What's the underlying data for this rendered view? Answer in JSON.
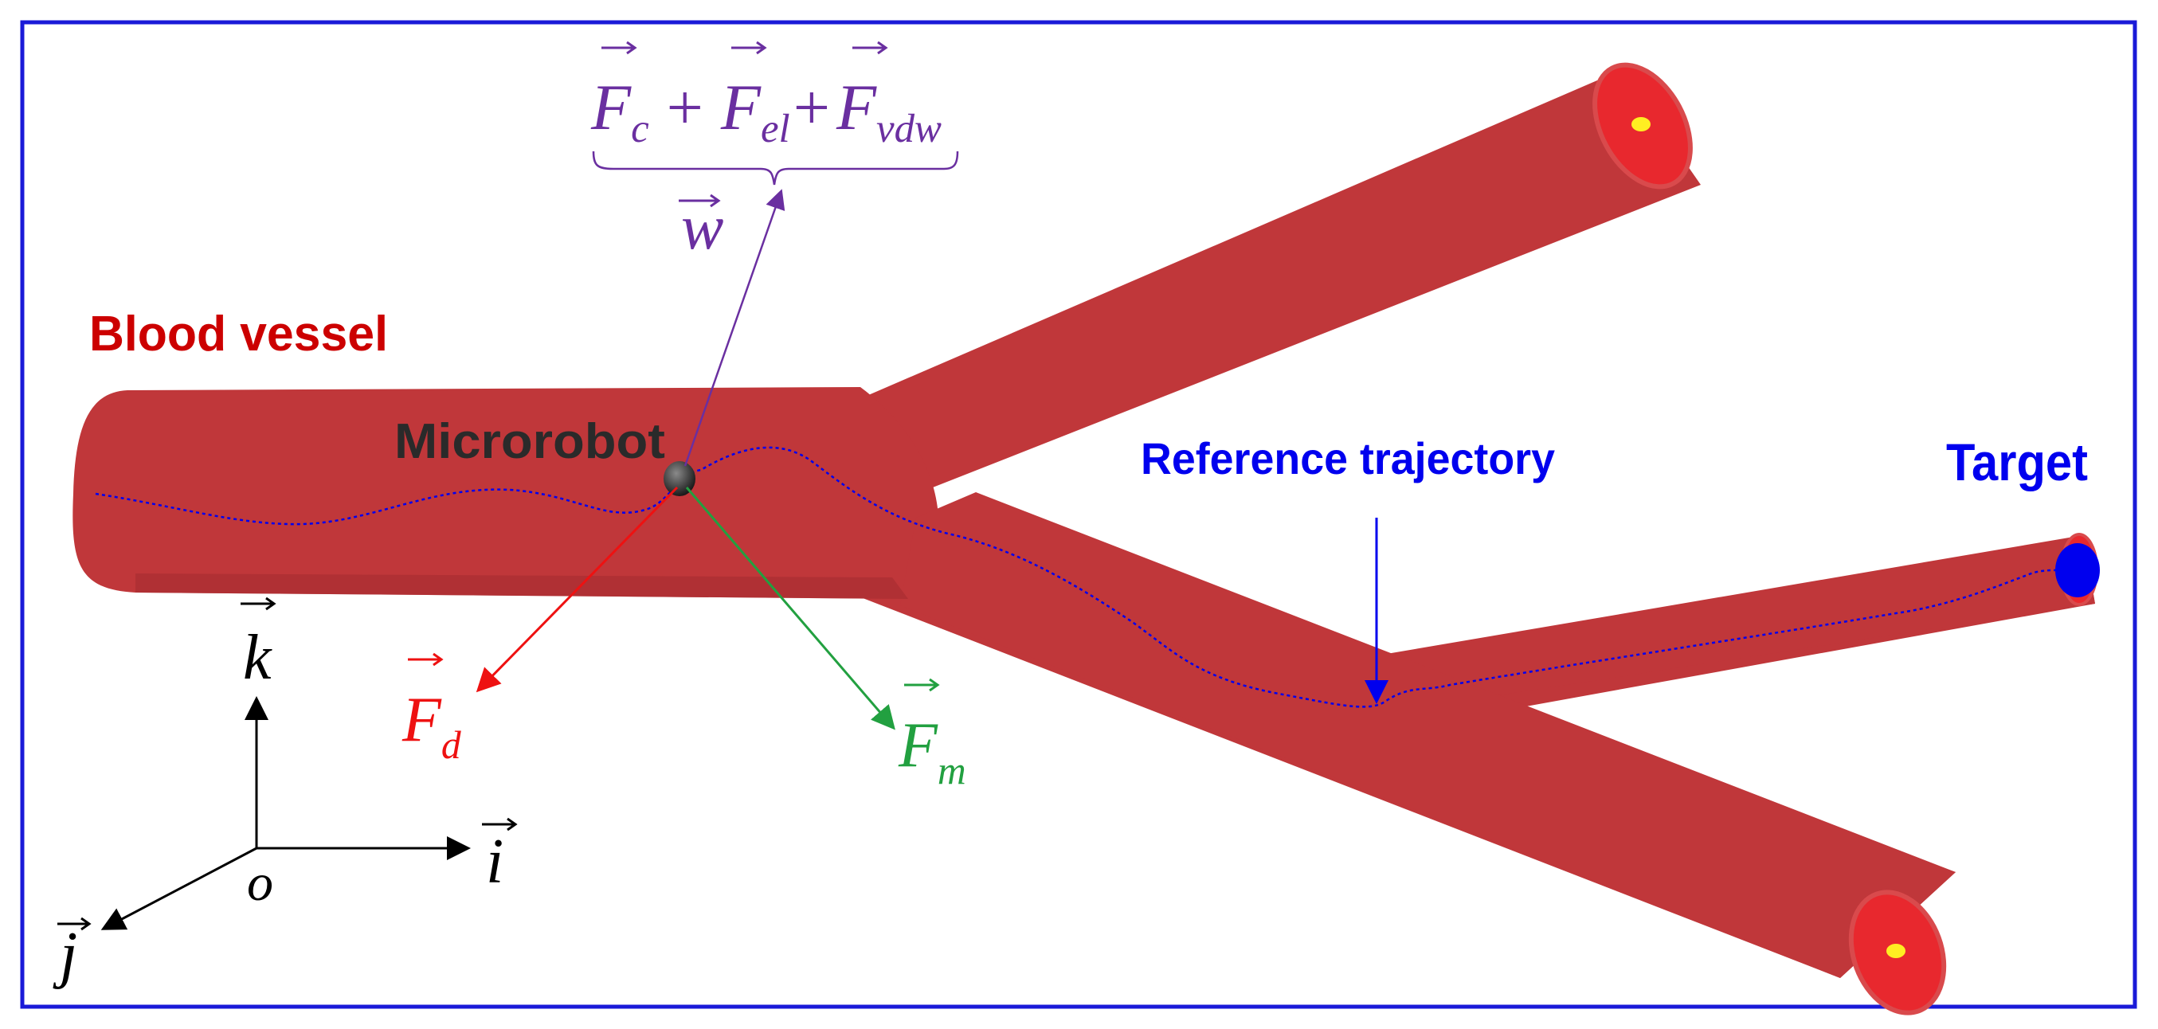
{
  "labels": {
    "blood_vessel": "Blood vessel",
    "microrobot": "Microrobot",
    "reference_trajectory": "Reference trajectory",
    "target": "Target",
    "origin": "o"
  },
  "forces": {
    "weight": {
      "symbol": "w",
      "subscript": ""
    },
    "contact": {
      "symbol": "F",
      "subscript": "c"
    },
    "electrostatic": {
      "symbol": "F",
      "subscript": "el"
    },
    "van_der_waals": {
      "symbol": "F",
      "subscript": "vdw"
    },
    "plus": "+",
    "drag": {
      "symbol": "F",
      "subscript": "d"
    },
    "magnetic": {
      "symbol": "F",
      "subscript": "m"
    }
  },
  "axes": {
    "i": "i",
    "j": "j",
    "k": "k"
  },
  "colors": {
    "frame": "#1a1ad8",
    "vessel": "#c0373a",
    "vessel_cap": "#e8282e",
    "vessel_label": "#cc0000",
    "microrobot_label": "#2a2a2a",
    "trajectory": "#0000ee",
    "weight": "#6a2fa0",
    "drag": "#ee1111",
    "magnetic": "#22a040",
    "axes": "#000000"
  }
}
